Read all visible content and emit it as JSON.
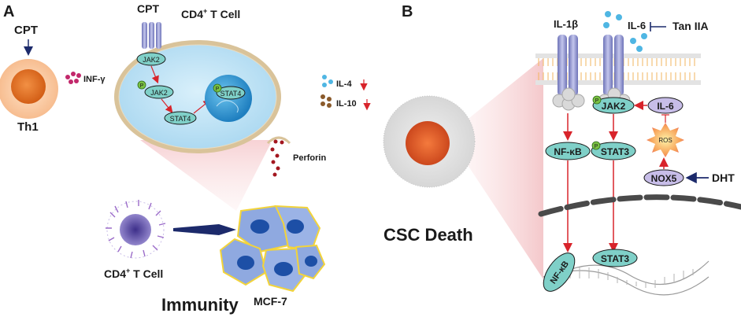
{
  "panel_a": {
    "letter": "A",
    "cpt_top": "CPT",
    "cpt_receptor": "CPT",
    "cell_title_main": "CD4",
    "cell_title_sup": "+",
    "cell_title_rest": " T Cell",
    "th1_label": "Th1",
    "inf_label": "INF-γ",
    "jak2_membrane": "JAK2",
    "jak2_p": "JAK2",
    "stat4_cyto": "STAT4",
    "stat4_nucleus": "STAT4",
    "phospho": "P",
    "il4_label": "IL-4",
    "il10_label": "IL-10",
    "perforin_label": "Perforin",
    "tcell_bottom_main": "CD4",
    "tcell_bottom_sup": "+",
    "tcell_bottom_rest": " T Cell",
    "mcf7_label": "MCF-7",
    "immunity_label": "Immunity"
  },
  "panel_b": {
    "letter": "B",
    "il1b_label": "IL-1β",
    "il6_label": "IL-6",
    "tan_label": "Tan IIA",
    "jak2_label": "JAK2",
    "il6_box": "IL-6",
    "ros_label": "ROS",
    "nfkb_label": "NF-κB",
    "stat3_label": "STAT3",
    "nox5_label": "NOX5",
    "dht_label": "DHT",
    "nfkb_dna": "NF-κB",
    "stat3_dna": "STAT3",
    "csc_label": "CSC Death",
    "phospho": "P"
  },
  "colors": {
    "teal_pill": "#7fd0c8",
    "cell_fill": "#bfe3f5",
    "cell_border": "#d9c39a",
    "nucleus": "#3aa6dc",
    "arrow_red": "#d8242b",
    "arrow_navy": "#1c2a6b",
    "receptor": "#8f94cc",
    "il6_dot": "#4fb6e3",
    "il10_dot": "#8a5a2b",
    "inf_dot": "#c2286b"
  }
}
